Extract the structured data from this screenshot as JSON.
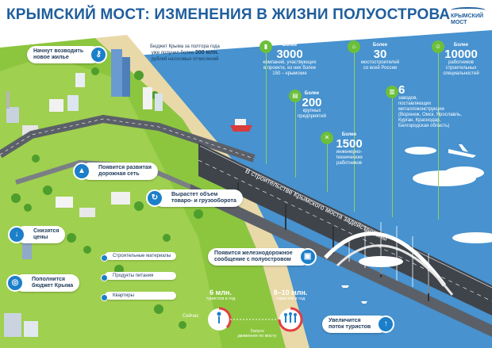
{
  "header": {
    "title": "КРЫМСКИЙ МОСТ: ИЗМЕНЕНИЯ В ЖИЗНИ ПОЛУОСТРОВА",
    "logo_line1": "КРЫМСКИЙ",
    "logo_line2": "МОСТ"
  },
  "budget_note": {
    "line1": "Бюджет Крыма за полтора года",
    "line2_pre": "уже получил более ",
    "line2_num": "300 млн.",
    "line3": "рублей налоговых отчислений"
  },
  "callouts": {
    "housing": {
      "line1": "Начнут возводить",
      "line2": "новое жилье"
    },
    "roads": {
      "line1": "Появится развитая",
      "line2": "дорожная сеть"
    },
    "cargo": {
      "line1": "Вырастет объем",
      "line2": "товаро- и грузооборота"
    },
    "prices": {
      "line1": "Снизятся",
      "line2": "цены"
    },
    "budget": {
      "line1": "Пополнится",
      "line2": "бюджет Крыма"
    },
    "rail": {
      "line1": "Появится железнодорожное",
      "line2": "сообщение с полуостровом"
    },
    "tourists": {
      "line1": "Увеличится",
      "line2": "поток туристов"
    }
  },
  "price_items": [
    "Строительные материалы",
    "Продукты питания",
    "Квартиры"
  ],
  "stats": {
    "companies": {
      "pre": "Более",
      "num": "3000",
      "l1": "компаний, участвующих",
      "l2": "в проекте, из них более",
      "l3": "150 – крымские"
    },
    "bridge_builders": {
      "pre": "Более",
      "num": "30",
      "l1": "мостостроителей",
      "l2": "со всей России"
    },
    "workers": {
      "pre": "Более",
      "num": "10000",
      "l1": "работников",
      "l2": "строительных",
      "l3": "специальностей"
    },
    "enterprises": {
      "pre": "Более",
      "num": "200",
      "l1": "крупных",
      "l2": "предприятий"
    },
    "factories": {
      "num": "6",
      "l1": "заводов,",
      "l2": "поставляющих",
      "l3": "металлоконструкции",
      "l4": "(Воронеж, Омск, Ярославль,",
      "l5": "Курган, Краснодар,",
      "l6": "Белгородская область)"
    },
    "engineers": {
      "pre": "Более",
      "num": "1500",
      "l1": "инженерно-",
      "l2": "технических",
      "l3": "работников"
    }
  },
  "road_text": "В строительстве Крымского моста задействованы",
  "tourism": {
    "now_num": "6 млн.",
    "now_sub": "туристов в год",
    "now_label": "Сейчас",
    "future_num": "8–10 млн.",
    "future_sub": "туристов в год",
    "launch_l1": "Запуск",
    "launch_l2": "движения по мосту"
  },
  "colors": {
    "title": "#1f5e9c",
    "sea": "#3d86c4",
    "land": "#8cc63f",
    "accent": "#1c7fc9",
    "road": "#5b6068"
  }
}
